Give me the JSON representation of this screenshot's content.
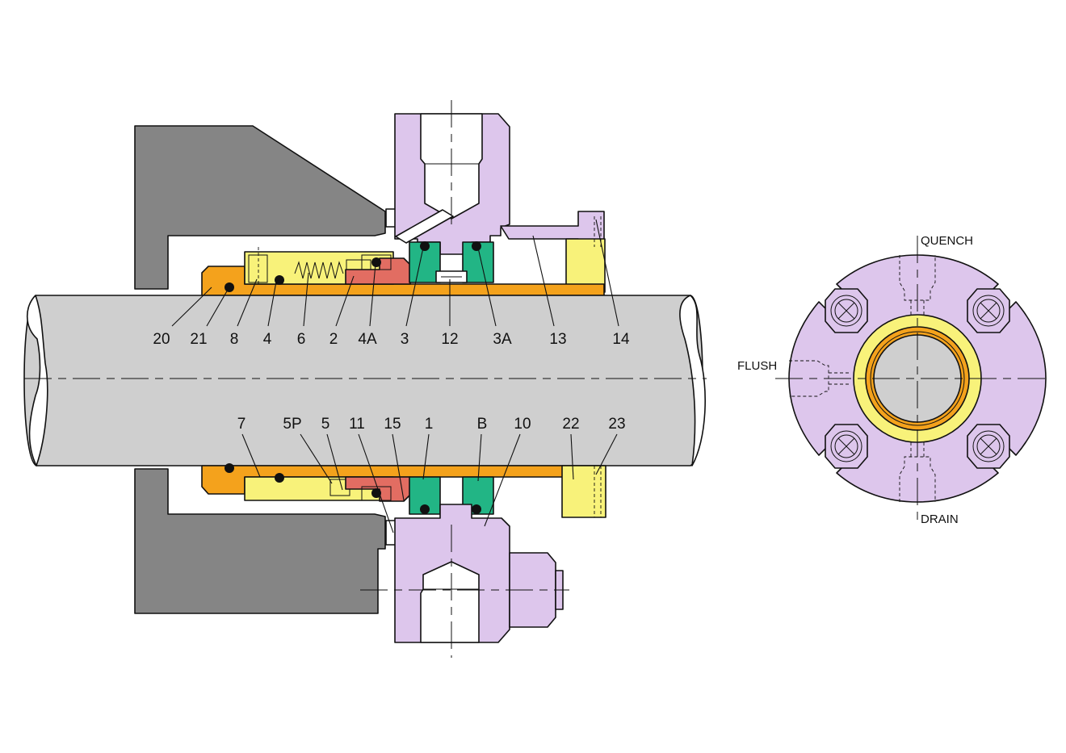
{
  "colors": {
    "housing": "#858585",
    "shaft": "#cfcfcf",
    "gland": "#ddc6ec",
    "sleeve": "#f4a21c",
    "spring_holder": "#f8f27a",
    "seal_face": "#e26d62",
    "seat": "#22b585",
    "oring": "#111111"
  },
  "section_labels_top": [
    "20",
    "21",
    "8",
    "4",
    "6",
    "2",
    "4A",
    "3",
    "12",
    "3A",
    "13",
    "14"
  ],
  "section_labels_bottom": [
    "7",
    "5P",
    "5",
    "11",
    "15",
    "1",
    "B",
    "10",
    "22",
    "23"
  ],
  "ports": {
    "quench": "QUENCH",
    "flush": "FLUSH",
    "drain": "DRAIN"
  }
}
